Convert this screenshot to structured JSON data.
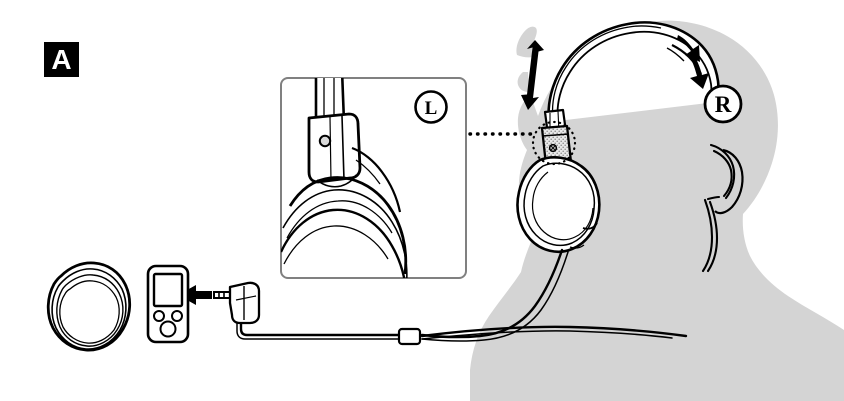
{
  "figure": {
    "step_label": "A",
    "background_color": "#ffffff",
    "line_color": "#000000",
    "silhouette_color": "#d4d4d4",
    "callout_border_color": "#808080",
    "slider_fill_color": "#e0e0e0"
  },
  "labels": {
    "left_channel": "L",
    "right_channel": "R"
  },
  "callout": {
    "name": "left-slider-detail",
    "channel_marking": "L"
  },
  "elements": {
    "head_silhouette": "head-silhouette",
    "headband": "headphone-headband",
    "left_earcup": "left-earcup",
    "right_earcup": "right-earcup",
    "left_slider": "left-headband-slider",
    "right_slider": "right-headband-slider",
    "arrow_left": "left-adjust-arrow",
    "arrow_right": "right-adjust-arrow",
    "leader_line": "callout-leader-line",
    "highlight_ring": "slider-highlight-ring",
    "audio_device": "circular-audio-device",
    "music_player": "portable-music-player",
    "player_screen": "player-screen",
    "insert_arrow": "plug-insert-arrow",
    "plug": "right-angle-plug",
    "cable": "headphone-cable",
    "cable_splitter": "cable-splitter-sleeve"
  }
}
